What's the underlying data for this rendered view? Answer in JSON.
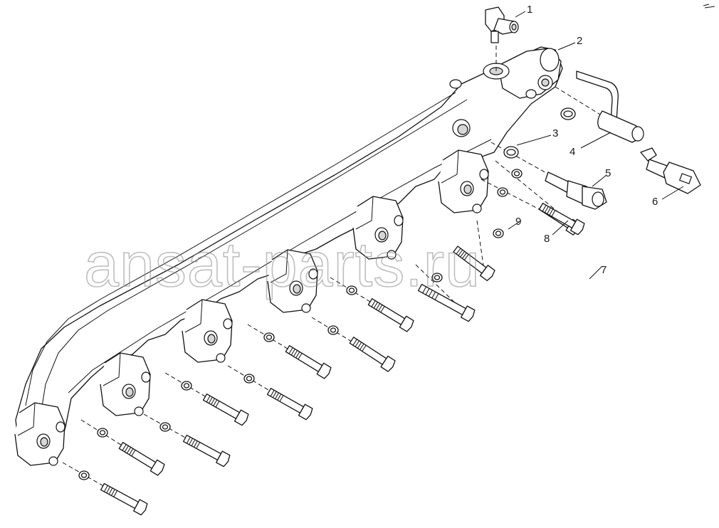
{
  "diagram": {
    "callouts": [
      "1",
      "2",
      "3",
      "4",
      "5",
      "6",
      "7",
      "8",
      "9"
    ],
    "watermark": "ansat-parts.ru"
  }
}
